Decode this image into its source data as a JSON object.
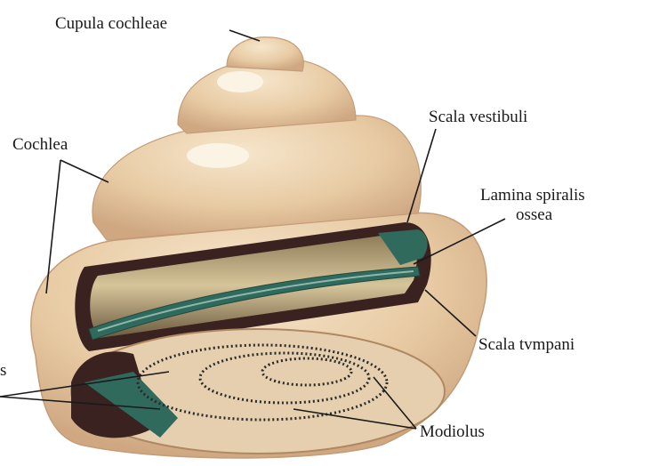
{
  "labels": {
    "cupula": "Cupula cochleae",
    "cochlea": "Cochlea",
    "vestibuli": "Scala vestibuli",
    "lamina_line1": "Lamina spiralis",
    "lamina_line2": "ossea",
    "tympani": "Scala tvmpani",
    "modiolus": "Modiolus",
    "partial_left": "s"
  },
  "colors": {
    "bone": "#ead0ab",
    "bone_shadow": "#d4b189",
    "cavity_dark": "#3a2220",
    "membrane_teal": "#2f6a5c",
    "interior": "#cdb98e"
  }
}
